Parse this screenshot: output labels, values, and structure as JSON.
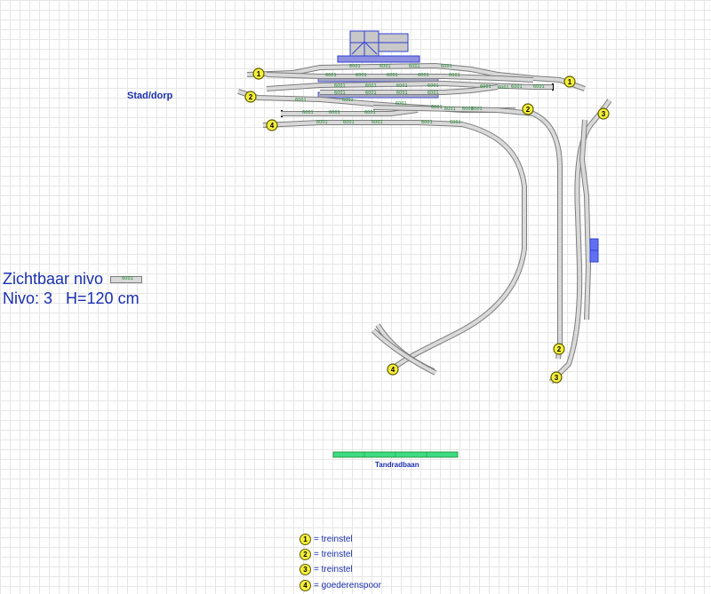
{
  "labels": {
    "station": "Stad/dorp",
    "rack_railway": "Tandradbaan"
  },
  "level_info": {
    "visible_label": "Zichtbaar nivo",
    "visible_sample_code": "6001",
    "level_line": "Nivo: 3   H=120 cm"
  },
  "markers": [
    "1",
    "2",
    "3",
    "4"
  ],
  "legend": [
    {
      "num": "1",
      "text": "= treinstel"
    },
    {
      "num": "2",
      "text": "= treinstel"
    },
    {
      "num": "3",
      "text": "= treinstel"
    },
    {
      "num": "4",
      "text": "= goederenspoor"
    }
  ],
  "track_code": "6001",
  "track_codes_other": [
    "6002",
    "6005",
    "6022"
  ],
  "colors": {
    "track_outline": "#7d7d7d",
    "track_fill": "#d9d9d9",
    "track_code": "#1d8a2e",
    "marker_fill": "#f5ef3a",
    "label_blue": "#1a2fb0",
    "building_blue": "#2f3fd0",
    "rack_green": "#3ddc84"
  }
}
